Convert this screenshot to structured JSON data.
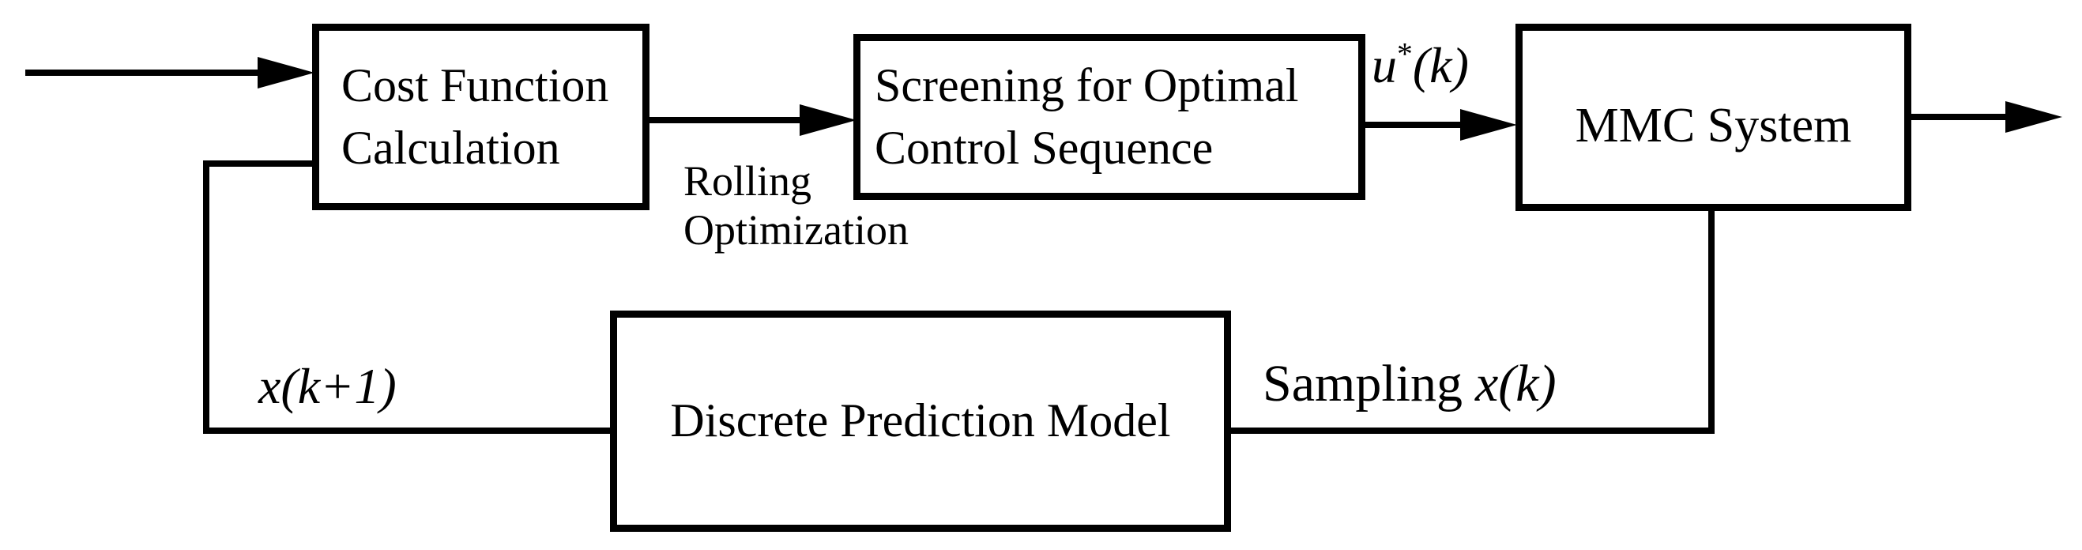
{
  "diagram": {
    "background": "#ffffff",
    "stroke_color": "#000000",
    "boxes": {
      "cost_function": {
        "line1": "Cost Function",
        "line2": "Calculation"
      },
      "screening": {
        "line1": "Screening for Optimal",
        "line2": "Control Sequence"
      },
      "mmc_system": {
        "label": "MMC System"
      },
      "prediction_model": {
        "label": "Discrete Prediction Model"
      }
    },
    "labels": {
      "rolling": {
        "line1": "Rolling",
        "line2": "Optimization"
      },
      "u_star": {
        "base": "u",
        "sup": "*",
        "arg": "(k)"
      },
      "x_next": "x(k+1)",
      "sampling": {
        "text": "Sampling",
        "math": "x(k)"
      }
    }
  }
}
